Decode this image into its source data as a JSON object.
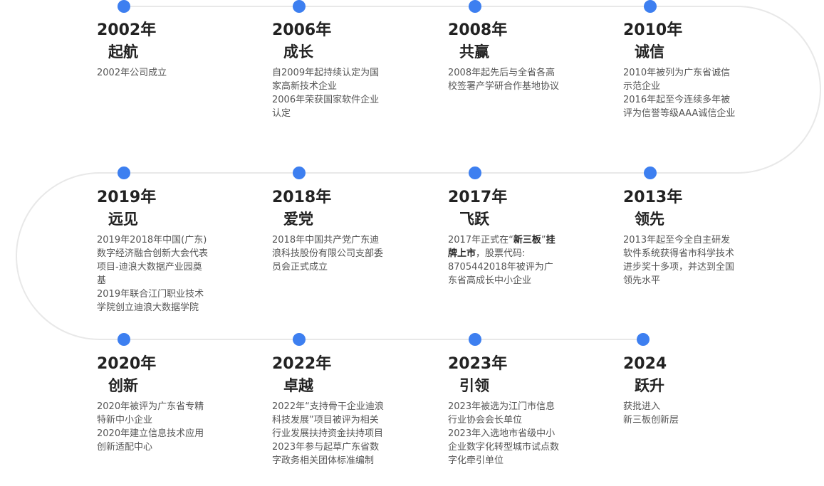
{
  "colors": {
    "dot": "#3d7ff0",
    "track": "#e8e8e8",
    "text": "#222222",
    "desc": "#555555"
  },
  "rows": [
    [
      {
        "year": "2002年",
        "title": "起航",
        "desc": [
          "2002年公司成立"
        ]
      },
      {
        "year": "2006年",
        "title": "成长",
        "desc": [
          "自2009年起持续认定为国家高新技术企业",
          "2006年荣获国家软件企业认定"
        ]
      },
      {
        "year": "2008年",
        "title": "共赢",
        "desc": [
          "2008年起先后与全省各高校签署产学研合作基地协议"
        ]
      },
      {
        "year": "2010年",
        "title": "诚信",
        "desc": [
          "2010年被列为广东省诚信示范企业",
          "2016年起至今连续多年被评为信誉等级AAA诚信企业"
        ]
      }
    ],
    [
      {
        "year": "2019年",
        "title": "远见",
        "desc": [
          "2019年2018年中国(广东)数字经济融合创新大会代表项目-迪浪大数据产业园奠基",
          "2019年联合江门职业技术学院创立迪浪大数据学院"
        ]
      },
      {
        "year": "2018年",
        "title": "爱党",
        "desc": [
          "2018年中国共产党广东迪浪科技股份有限公司支部委员会正式成立"
        ]
      },
      {
        "year": "2017年",
        "title": "飞跃",
        "desc_rich": {
          "pre": "2017年正式在“",
          "bold1": "新三板",
          "mid": "”",
          "bold2": "挂牌上市",
          "post": "，股票代码: 8705442018年被评为广东省高成长中小企业"
        }
      },
      {
        "year": "2013年",
        "title": "领先",
        "desc": [
          "2013年起至今全自主研发软件系统获得省市科学技术进步奖十多项，并达到全国领先水平"
        ]
      }
    ],
    [
      {
        "year": "2020年",
        "title": "创新",
        "desc": [
          "2020年被评为广东省专精特新中小企业",
          "2020年建立信息技术应用创新适配中心"
        ]
      },
      {
        "year": "2022年",
        "title": "卓越",
        "desc": [
          "2022年“支持骨干企业迪浪科技发展”项目被评为相关行业发展扶持资金扶持项目2023年参与起草广东省数字政务相关团体标准编制"
        ]
      },
      {
        "year": "2023年",
        "title": "引领",
        "desc": [
          "2023年被选为江门市信息行业协会会长单位",
          "2023年入选地市省级中小企业数字化转型城市试点数字化牵引单位"
        ]
      },
      {
        "year": "2024",
        "title": "跃升",
        "desc": [
          "获批进入",
          "新三板创新层"
        ]
      }
    ]
  ]
}
